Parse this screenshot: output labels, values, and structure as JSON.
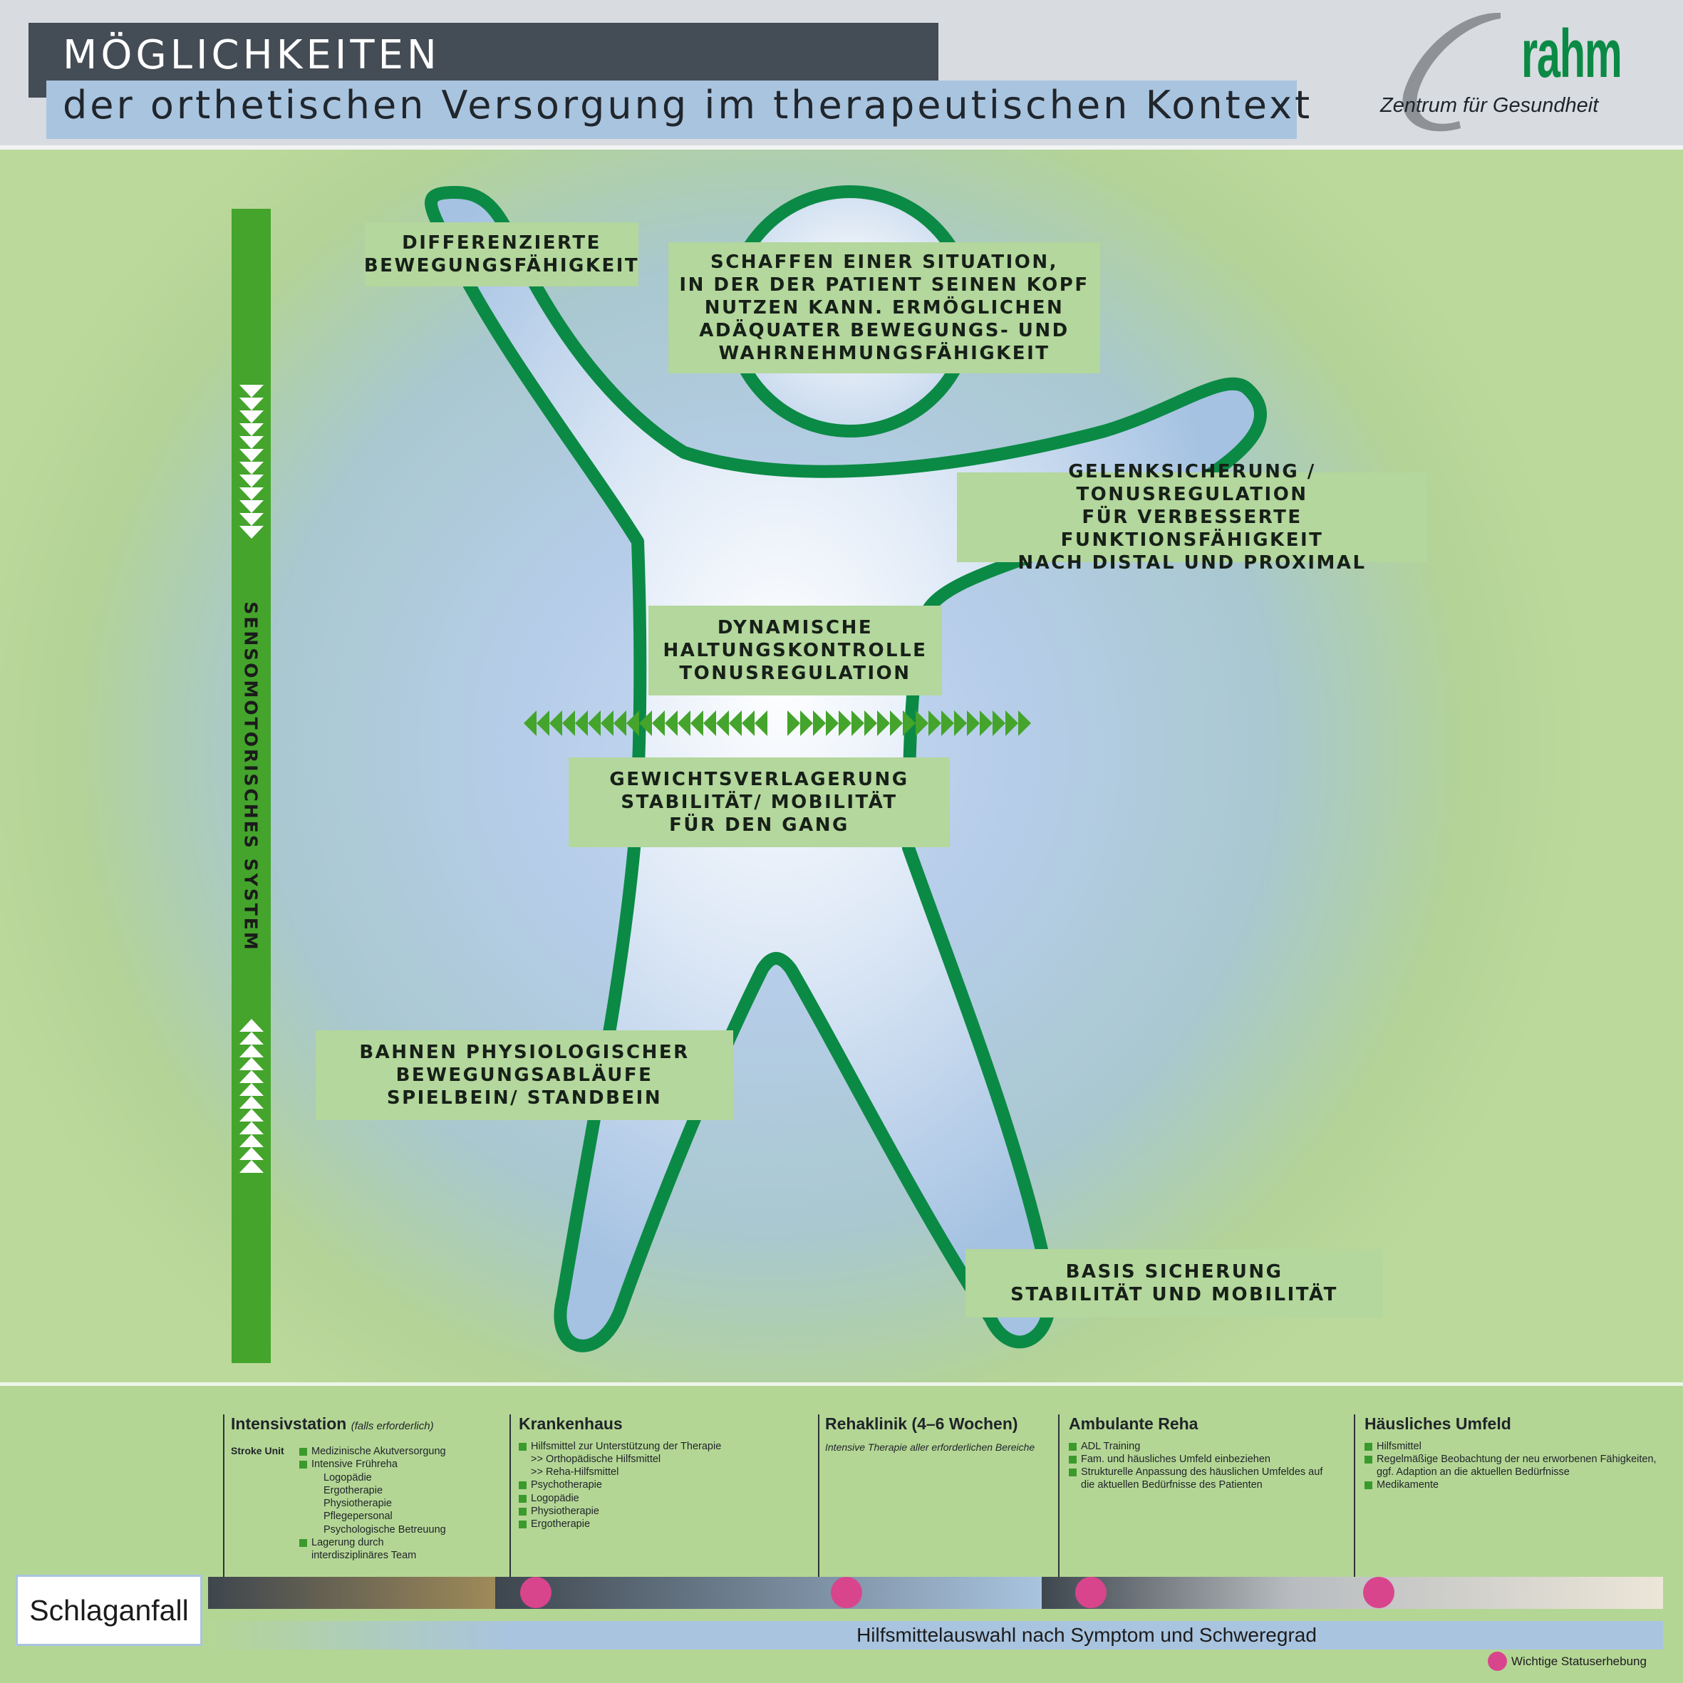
{
  "header": {
    "title_line1": "MÖGLICHKEITEN",
    "title_line2": "der orthetischen Versorgung im therapeutischen Kontext",
    "logo": {
      "wordmark": "rahm",
      "tagline": "Zentrum für Gesundheit"
    }
  },
  "diagram": {
    "vertical_axis_label": "SENSOMOTORISCHES SYSTEM",
    "labels": {
      "differenzierte": "DIFFERENZIERTE\nBEWEGUNGSFÄHIGKEIT",
      "kopf": "SCHAFFEN EINER SITUATION,\nIN DER DER PATIENT SEINEN KOPF\nNUTZEN KANN. ERMÖGLICHEN\nADÄQUATER BEWEGUNGS-  UND\nWAHRNEHMUNGSFÄHIGKEIT",
      "gelenk": "GELENKSICHERUNG / TONUSREGULATION\nFÜR VERBESSERTE FUNKTIONSFÄHIGKEIT\nNACH DISTAL UND PROXIMAL",
      "dynamisch": "DYNAMISCHE\nHALTUNGSKONTROLLE\nTONUSREGULATION",
      "gewicht": "GEWICHTSVERLAGERUNG\nSTABILITÄT/ MOBILITÄT\nFÜR DEN GANG",
      "bahnen": "BAHNEN  PHYSIOLOGISCHER\nBEWEGUNGSABLÄUFE\nSPIELBEIN/ STANDBEIN",
      "basis": "BASIS SICHERUNG\nSTABILITÄT UND MOBILITÄT"
    },
    "colors": {
      "outline": "#0b8a45",
      "bar": "#44a42c",
      "label_bg": "#b3d79c"
    }
  },
  "timeline": {
    "start_label": "Schlaganfall",
    "columns": [
      {
        "title": "Intensivstation",
        "title_note": "(falls erforderlich)",
        "group_label": "Stroke Unit",
        "items": [
          {
            "text": "Medizinische Akutversorgung",
            "bullet": true
          },
          {
            "text": "Intensive Frühreha",
            "bullet": true
          },
          {
            "text": "Logopädie",
            "bullet": false
          },
          {
            "text": "Ergotherapie",
            "bullet": false
          },
          {
            "text": "Physiotherapie",
            "bullet": false
          },
          {
            "text": "Pflegepersonal",
            "bullet": false
          },
          {
            "text": "Psychologische Betreuung",
            "bullet": false
          },
          {
            "text": "Lagerung durch",
            "bullet": true
          },
          {
            "text": "interdisziplinäres Team",
            "bullet": false,
            "cont": true
          }
        ]
      },
      {
        "title": "Krankenhaus",
        "items": [
          {
            "text": "Hilfsmittel zur Unterstützung der Therapie",
            "bullet": true
          },
          {
            "text": ">> Orthopädische Hilfsmittel",
            "bullet": false,
            "cont": true
          },
          {
            "text": ">> Reha-Hilfsmittel",
            "bullet": false,
            "cont": true
          },
          {
            "text": "Psychotherapie",
            "bullet": true
          },
          {
            "text": "Logopädie",
            "bullet": true
          },
          {
            "text": "Physiotherapie",
            "bullet": true
          },
          {
            "text": "Ergotherapie",
            "bullet": true
          }
        ]
      },
      {
        "title": "Rehaklinik (4–6 Wochen)",
        "subtitle": "Intensive Therapie aller erforderlichen Bereiche",
        "items": []
      },
      {
        "title": "Ambulante Reha",
        "items": [
          {
            "text": "ADL Training",
            "bullet": true
          },
          {
            "text": "Fam. und häusliches Umfeld einbeziehen",
            "bullet": true
          },
          {
            "text": "Strukturelle Anpassung des häuslichen Umfeldes auf",
            "bullet": true
          },
          {
            "text": "die aktuellen Bedürfnisse des Patienten",
            "bullet": false,
            "cont": true
          }
        ]
      },
      {
        "title": "Häusliches Umfeld",
        "items": [
          {
            "text": "Hilfsmittel",
            "bullet": true
          },
          {
            "text": "Regelmäßige Beobachtung der neu erworbenen Fähigkeiten,",
            "bullet": true
          },
          {
            "text": "ggf. Adaption an die aktuellen Bedürfnisse",
            "bullet": false,
            "cont": true
          },
          {
            "text": "Medikamente",
            "bullet": true
          }
        ]
      }
    ],
    "aids_bar": "Hilfsmittelauswahl nach Symptom und Schweregrad",
    "legend": "Wichtige Statuserhebung",
    "status_color": "#d8458c"
  }
}
